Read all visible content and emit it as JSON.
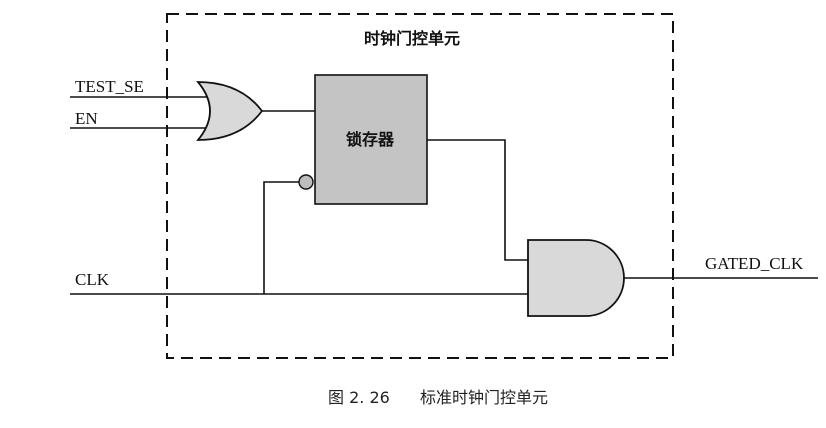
{
  "diagram": {
    "unit_title": "时钟门控单元",
    "latch_label": "锁存器",
    "inputs": {
      "test_se": "TEST_SE",
      "en": "EN",
      "clk": "CLK"
    },
    "output": "GATED_CLK",
    "caption": {
      "figure_number": "图 2. 26",
      "title": "标准时钟门控单元"
    },
    "colors": {
      "gate_fill": "#d9d9d9",
      "latch_fill": "#c4c4c4",
      "bubble_fill": "#bdbdbd",
      "line": "#111111"
    }
  }
}
